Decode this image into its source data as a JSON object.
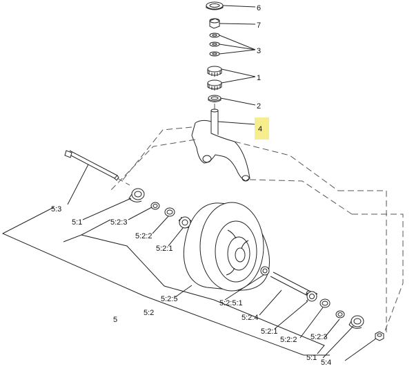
{
  "diagram": {
    "callouts": {
      "c6": "6",
      "c7": "7",
      "c3": "3",
      "c1": "1",
      "c2": "2",
      "c4": "4",
      "c53": "5:3",
      "c51a": "5:1",
      "c523a": "5:2:3",
      "c522a": "5:2:2",
      "c521a": "5:2:1",
      "c525": "5:2:5",
      "c52a": "5:2",
      "c5": "5",
      "c5251": "5:2:5:1",
      "c524": "5:2:4",
      "c521b": "5:2:1",
      "c522b": "5:2:2",
      "c523b": "5:2:3",
      "c51b": "5:1",
      "c54": "5:4"
    },
    "highlight_color": "#f6ee8c",
    "highlighted_callout": "4"
  }
}
